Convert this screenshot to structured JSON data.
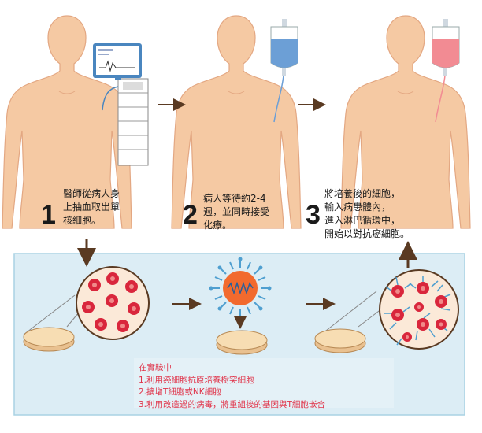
{
  "steps": [
    {
      "number": "1",
      "text": "醫師從病人身\n上抽血取出單\n核細胞。"
    },
    {
      "number": "2",
      "text": "病人等待約2-4\n週，並同時接受\n化療。"
    },
    {
      "number": "3",
      "text": "將培養後的細胞，\n輸入病患體內，\n進入淋巴循環中，\n開始以對抗癌細胞。"
    }
  ],
  "note": {
    "title": "在實驗中",
    "items": [
      "1.利用癌細胞抗原培養樹突細胞",
      "2.擴增T細胞或NK細胞",
      "3.利用改造過的病毒，將重組後的基因與T細胞嵌合"
    ]
  },
  "colors": {
    "skin": "#f5c9a3",
    "skin_outline": "#e3a782",
    "lab_panel": "#dcedf5",
    "lab_border": "#a9d2e3",
    "cell_red": "#d9263c",
    "cell_pink": "#f08a8a",
    "dish": "#f7ddb3",
    "blue_bag": "#6c9fd6",
    "red_bag": "#f28b93",
    "dendritic_orange": "#f26a2e",
    "dendritic_blue": "#4f9fd0",
    "arrow": "#5a3a22",
    "note_text": "#e0344a"
  },
  "icons": [
    "monitor-icon",
    "machine-icon",
    "iv-bag-blue-icon",
    "iv-bag-red-icon",
    "dendritic-cell-icon"
  ]
}
